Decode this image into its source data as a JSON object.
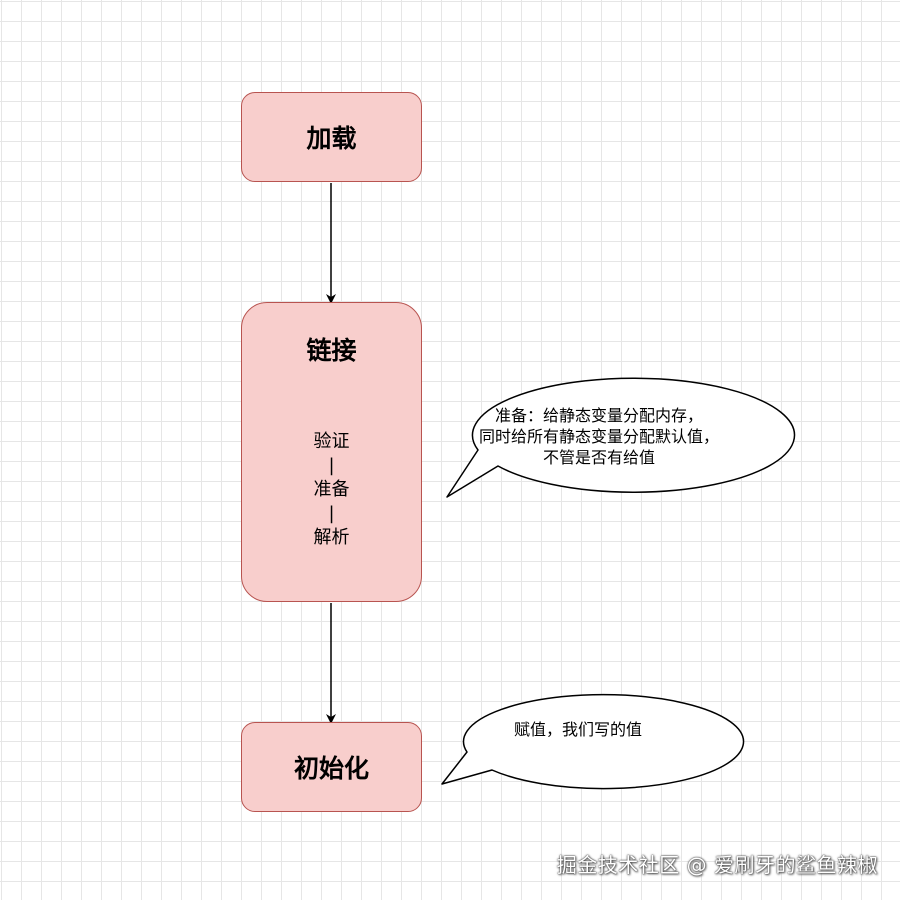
{
  "nodes": {
    "load": "加载",
    "link": {
      "title": "链接",
      "steps": [
        "验证",
        "准备",
        "解析"
      ],
      "separator": "|"
    },
    "init": "初始化"
  },
  "callouts": {
    "prepare": {
      "lines": [
        "准备：给静态变量分配内存，",
        "同时给所有静态变量分配默认值，",
        "不管是否有给值"
      ]
    },
    "init": {
      "lines": [
        "赋值，我们写的值"
      ]
    }
  },
  "watermark": "掘金技术社区 @ 爱刷牙的鲨鱼辣椒",
  "colors": {
    "node_fill": "#f8cecc",
    "node_stroke": "#b85450",
    "grid": "#e6e6e6",
    "arrow": "#000000"
  }
}
